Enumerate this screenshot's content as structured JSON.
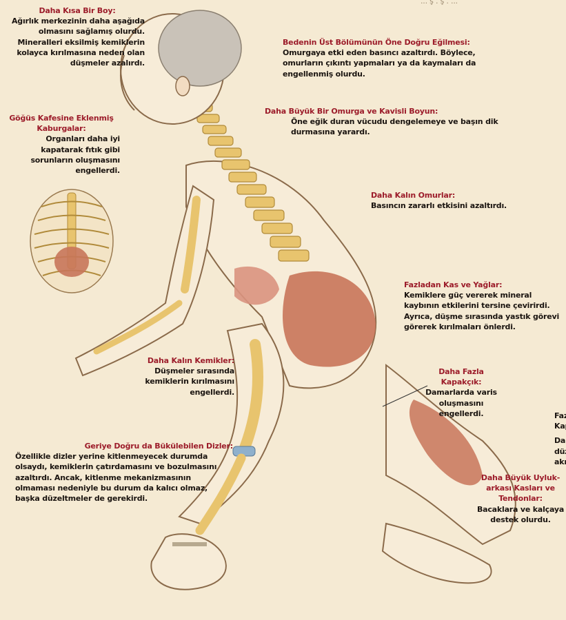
{
  "header_fragment": "...  ş  .  ş  .  ...",
  "annotations": {
    "shorter_height": {
      "title": "Daha Kısa Bir Boy:",
      "body": "Ağırlık merkezinin daha aşağıda olmasını sağlamış olurdu. Mineralleri eksilmiş kemiklerin kolayca kırılmasına neden olan düşmeler azalırdı."
    },
    "ribs": {
      "title": "Göğüs Kafesine Eklenmiş Kaburgalar:",
      "body": "Organları daha iyi kapatarak fıtık gibi sorunların oluşmasını engellerdi."
    },
    "torso_lean": {
      "title": "Bedenin Üst Bölümünün Öne Doğru Eğilmesi:",
      "body": "Omurgaya etki eden basıncı azaltırdı. Böylece, omurların çıkıntı yapmaları ya da kaymaları da engellenmiş olurdu."
    },
    "spine_neck": {
      "title": "Daha Büyük Bir Omurga ve Kavisli Boyun:",
      "body": "Öne eğik duran vücudu dengelemeye ve başın dik durmasına yarardı."
    },
    "vertebrae": {
      "title": "Daha Kalın Omurlar:",
      "body": "Basıncın zararlı etkisini azaltırdı."
    },
    "muscle_fat": {
      "title": "Fazladan Kas ve Yağlar:",
      "body": "Kemiklere güç vererek mineral kaybının etkilerini tersine çevirirdi. Ayrıca, düşme sırasında yastık görevi görerek kırılmaları önlerdi."
    },
    "bones": {
      "title": "Daha Kalın Kemikler:",
      "body": "Düşmeler sırasında kemiklerin kırılmasını engellerdi."
    },
    "valves": {
      "title": "Daha Fazla Kapakçık:",
      "body": "Damarlarda varis oluşmasını engellerdi."
    },
    "cut_right": {
      "title": "Faz",
      "title2": "Kap",
      "body": "Dal",
      "body2": "düz",
      "body3": "akı"
    },
    "knees": {
      "title": "Geriye Doğru da Bükülebilen Dizler:",
      "body": "Özellikle dizler yerine kitlenmeyecek durumda olsaydı, kemiklerin çatırdamasını ve bozulmasını azaltırdı. Ancak, kitlenme mekanizmasının olmaması nedeniyle bu durum da kalıcı olmaz, başka düzeltmeler de gerekirdi."
    },
    "hamstrings": {
      "title": "Daha Büyük Uyluk-arkası Kasları ve Tendonlar:",
      "body": "Bacaklara ve kalçaya destek olurdu."
    }
  },
  "colors": {
    "title": "#9c1c2a",
    "text": "#1a1410",
    "bone": "#e8c46e",
    "muscle": "#c8765a",
    "skin": "#f7ecd8",
    "outline": "#8a6a4a"
  }
}
